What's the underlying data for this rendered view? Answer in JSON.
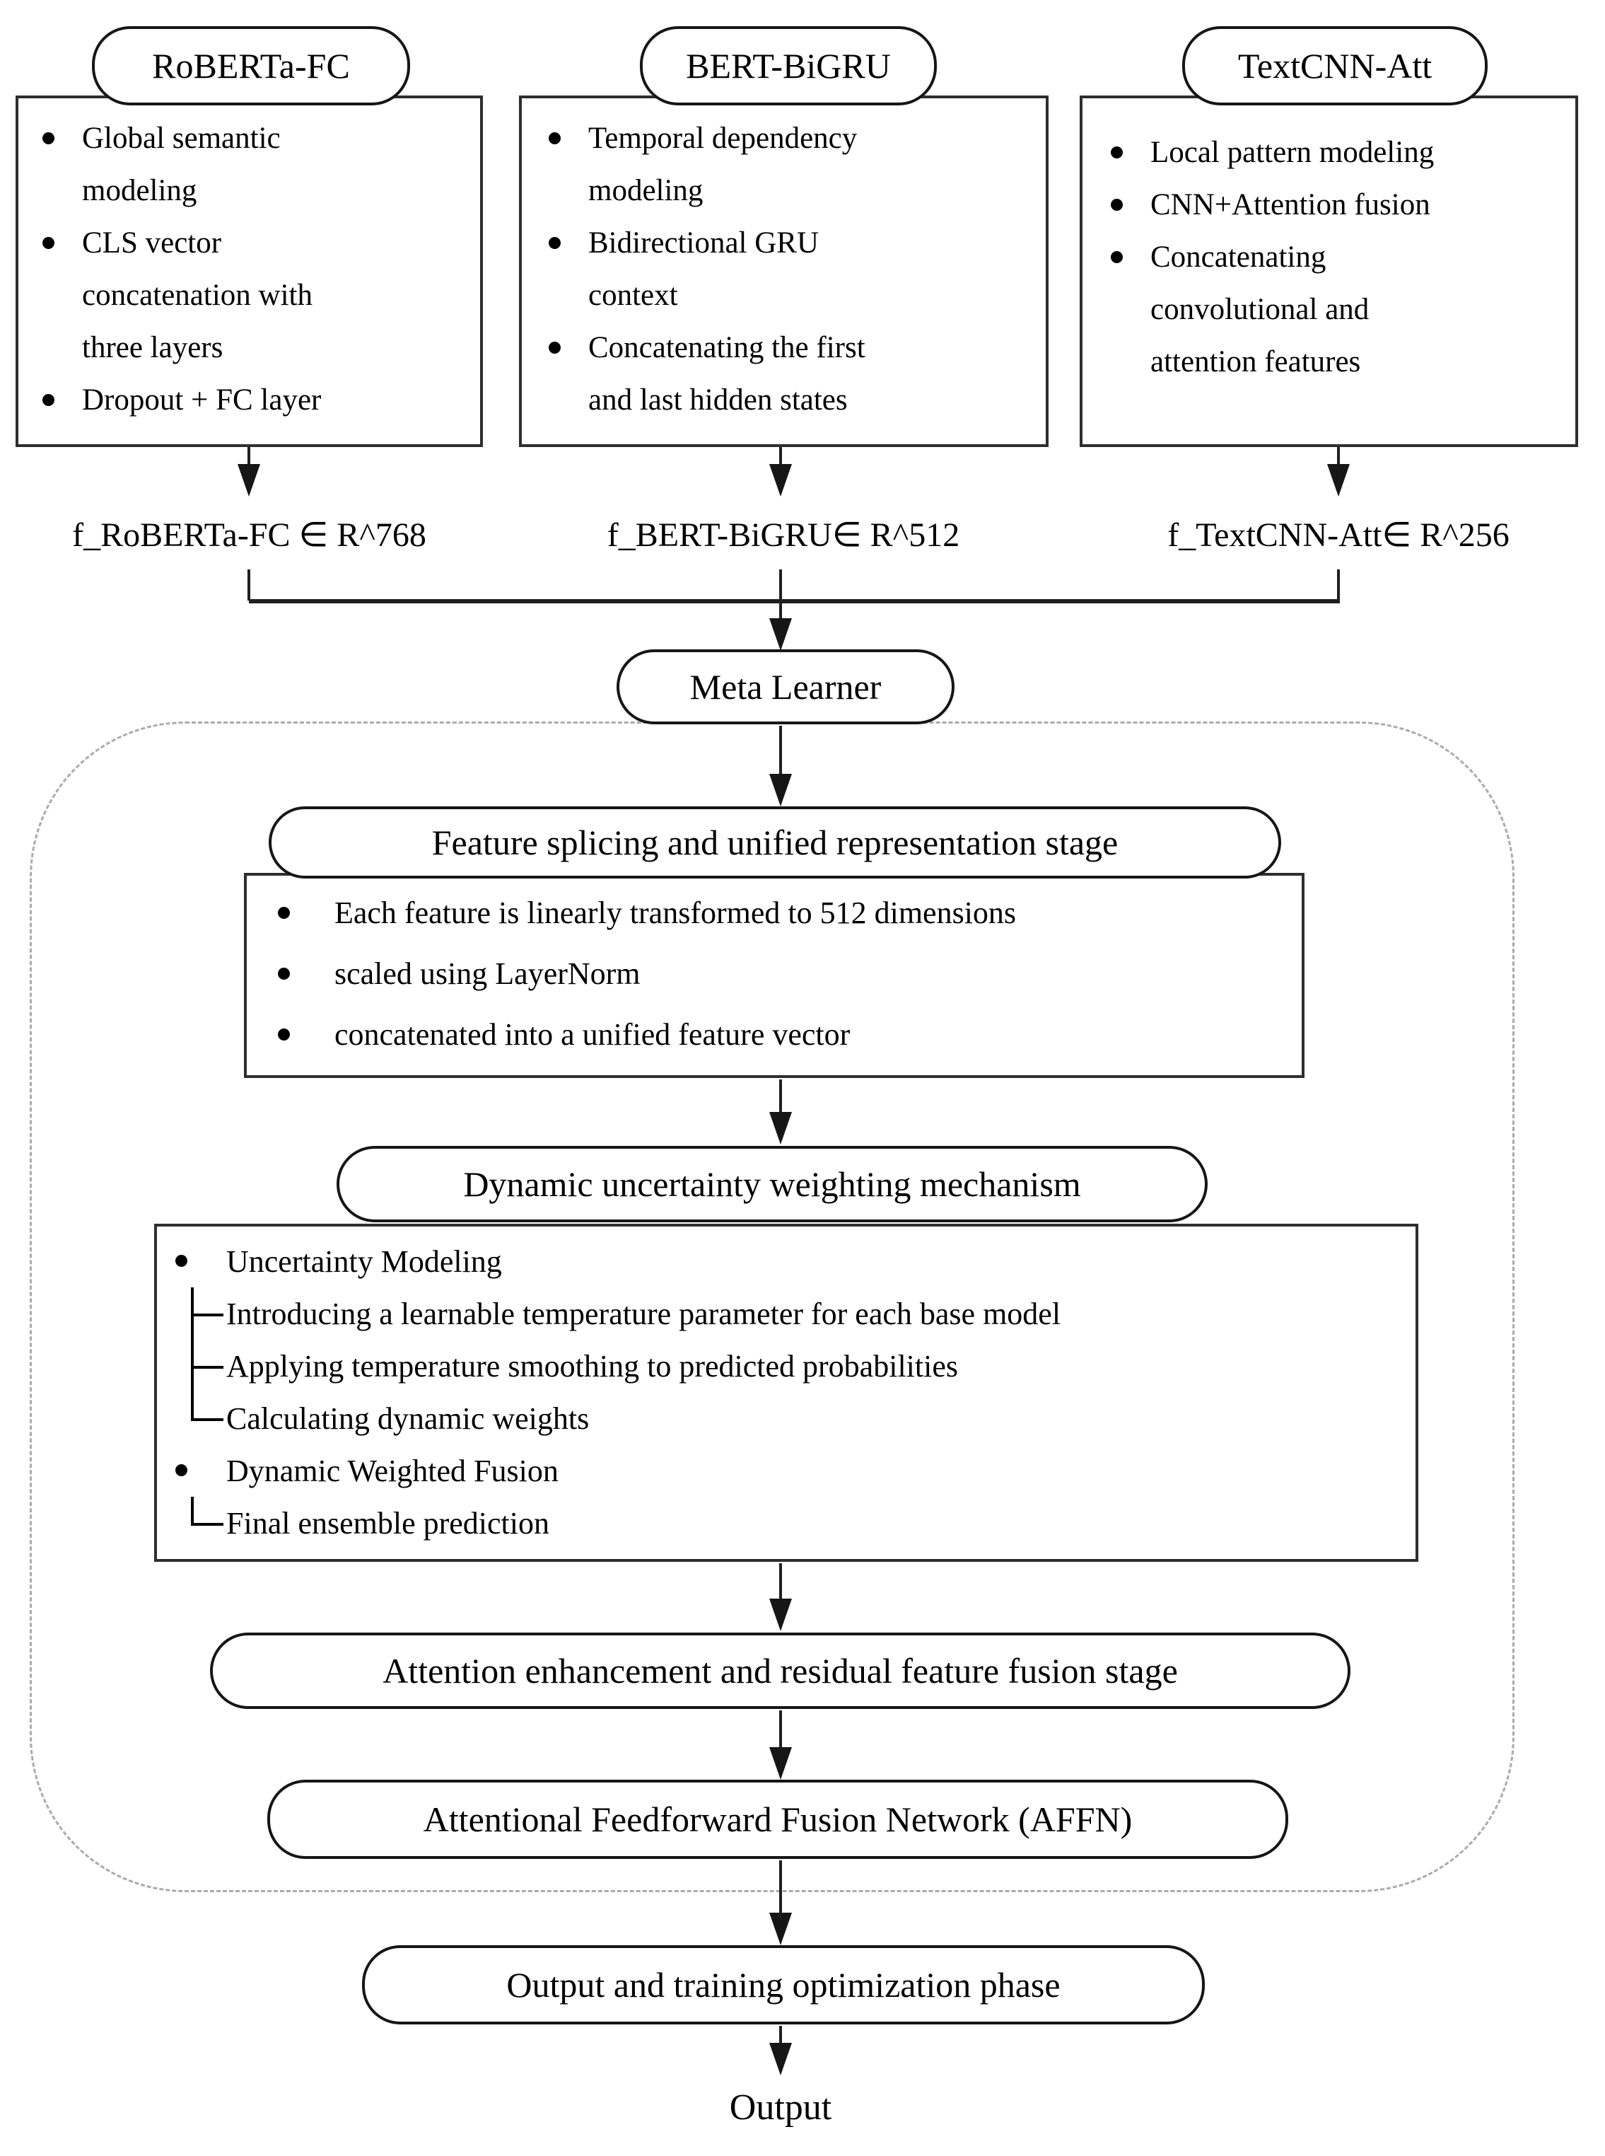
{
  "diagram": {
    "models": [
      {
        "name": "RoBERTa-FC",
        "bullets": [
          [
            "Global semantic",
            "modeling"
          ],
          [
            "CLS vector",
            "concatenation with",
            "three layers"
          ],
          [
            "Dropout + FC layer"
          ]
        ],
        "feature": "f_RoBERTa-FC ∈ R^768"
      },
      {
        "name": "BERT-BiGRU",
        "bullets": [
          [
            "Temporal dependency",
            "modeling"
          ],
          [
            "Bidirectional GRU",
            "context"
          ],
          [
            "Concatenating the first",
            "and last hidden states"
          ]
        ],
        "feature": "f_BERT-BiGRU∈ R^512"
      },
      {
        "name": "TextCNN-Att",
        "bullets": [
          [
            "Local pattern modeling"
          ],
          [
            "CNN+Attention fusion"
          ],
          [
            "Concatenating",
            "convolutional and",
            "attention features"
          ]
        ],
        "feature": "f_TextCNN-Att∈ R^256"
      }
    ],
    "meta_learner": "Meta Learner",
    "splicing_stage": {
      "title": "Feature splicing and unified representation stage",
      "bullets": [
        "Each feature is linearly transformed to 512 dimensions",
        "scaled using LayerNorm",
        "concatenated into a unified feature vector"
      ]
    },
    "weighting_stage": {
      "title": "Dynamic uncertainty weighting mechanism",
      "items": [
        {
          "prefix": "bullet",
          "text": "Uncertainty Modeling"
        },
        {
          "prefix": "tee",
          "text": "Introducing a learnable temperature parameter for each base model"
        },
        {
          "prefix": "tee",
          "text": "Applying temperature smoothing to predicted probabilities"
        },
        {
          "prefix": "elbow",
          "text": "Calculating dynamic weights"
        },
        {
          "prefix": "bullet",
          "text": "Dynamic Weighted Fusion"
        },
        {
          "prefix": "elbow",
          "text": "Final ensemble prediction"
        }
      ]
    },
    "attention_stage": "Attention enhancement and residual feature fusion stage",
    "affn_stage": "Attentional Feedforward Fusion Network (AFFN)",
    "output_stage": "Output and training optimization phase",
    "output_label": "Output",
    "colors": {
      "line": "#1f1f1f",
      "box_border": "#2e2e2e",
      "dashed_border": "#ababab",
      "background": "#ffffff",
      "text": "#000000"
    }
  }
}
